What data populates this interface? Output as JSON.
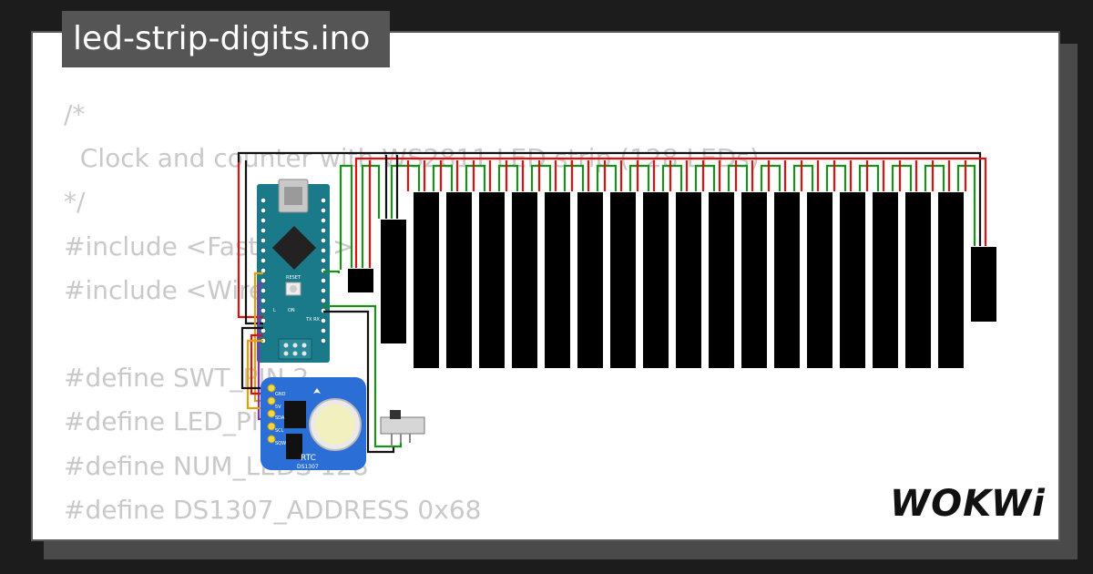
{
  "project": {
    "filename": "led-strip-digits.ino"
  },
  "code": {
    "lines": [
      "/*",
      "  Clock and counter with WS2811 LED strip (128 LEDs)",
      "*/",
      "#include <FastLED.h>",
      "#include <Wire.h>",
      "",
      "#define SWT_PIN 2",
      "#define LED_PIN 3",
      "#define NUM_LEDS 128",
      "#define DS1307_ADDRESS 0x68"
    ]
  },
  "diagram": {
    "rtc_label": "RTC",
    "rtc_chip": "DS1307",
    "rtc_pins": [
      "GND",
      "5V",
      "SDA",
      "SCL",
      "SQW"
    ],
    "nano_labels": {
      "reset": "RESET",
      "on": "ON",
      "led": "L",
      "txrx": "TX RX"
    },
    "wire_colors": {
      "data": "#1a8f1a",
      "power": "#e01010",
      "ground": "#111111",
      "sda": "#e8a000",
      "scl": "#8a2cc0"
    },
    "board_color": "#1a7a8a",
    "rtc_color": "#2b6fd6"
  },
  "brand": {
    "logo_text": "WOKWi"
  }
}
